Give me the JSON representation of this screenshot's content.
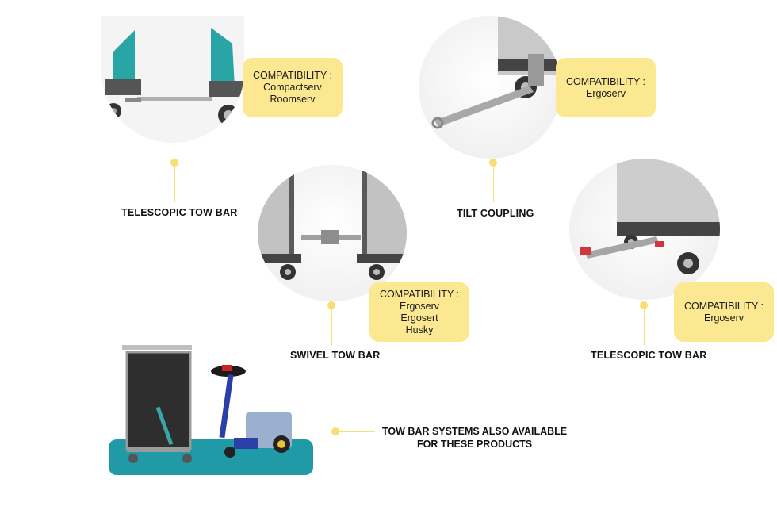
{
  "items": [
    {
      "label": "TELESCOPIC TOW BAR",
      "compat_title": "COMPATIBILITY :",
      "compat_products": [
        "Compactserv",
        "Roomserv"
      ],
      "image_icon": "telescopic-tow-bar-image"
    },
    {
      "label": "TILT COUPLING",
      "compat_title": "COMPATIBILITY :",
      "compat_products": [
        "Ergoserv"
      ],
      "image_icon": "tilt-coupling-image"
    },
    {
      "label": "SWIVEL TOW BAR",
      "compat_title": "COMPATIBILITY :",
      "compat_products": [
        "Ergoserv",
        "Ergosert",
        "Husky"
      ],
      "image_icon": "swivel-tow-bar-image"
    },
    {
      "label": "TELESCOPIC TOW BAR",
      "compat_title": "COMPATIBILITY :",
      "compat_products": [
        "Ergoserv"
      ],
      "image_icon": "telescopic-tow-bar-2-image"
    }
  ],
  "footer": {
    "line1": "TOW BAR SYSTEMS ALSO AVAILABLE",
    "line2": "FOR THESE PRODUCTS"
  },
  "colors": {
    "badge": "#fbe890",
    "accent": "#f6df73",
    "teal_panel": "#1f9aa6"
  }
}
